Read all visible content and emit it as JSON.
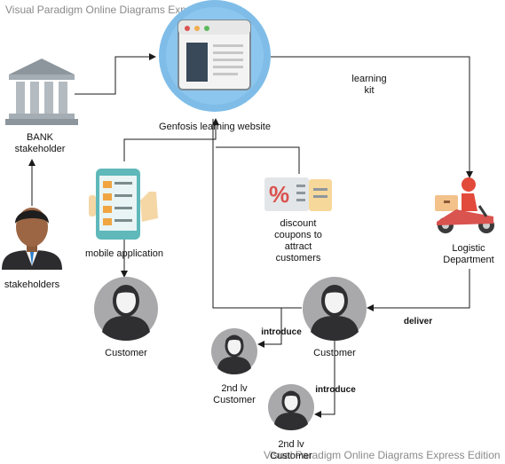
{
  "watermark": {
    "top": "Visual Paradigm Online Diagrams Express Edition",
    "bottom": "Visual Paradigm Online Diagrams Express Edition"
  },
  "nodes": {
    "website": "Genfosis learning website",
    "bank": "BANK\nstakeholder",
    "stakeholders": "stakeholders",
    "mobile_app": "mobile application",
    "discount": "discount\ncoupons to\nattract\ncustomers",
    "logistic": "Logistic\nDepartment",
    "customer_a": "Customer",
    "customer_b": "Customer",
    "customer_2nd_a": "2nd lv\nCustomer",
    "customer_2nd_b": "2nd lv\nCustomer"
  },
  "edges": {
    "learning_kit": "learning\nkit",
    "deliver": "deliver",
    "introduce_a": "introduce",
    "introduce_b": "introduce"
  },
  "colors": {
    "line": "#1a1a1a",
    "avatar_bg": "#a9a9ab",
    "avatar_figure": "#2f2f31",
    "browser_circle": "#7fbde8",
    "accent_orange": "#f0a541",
    "accent_red": "#d9534f"
  }
}
